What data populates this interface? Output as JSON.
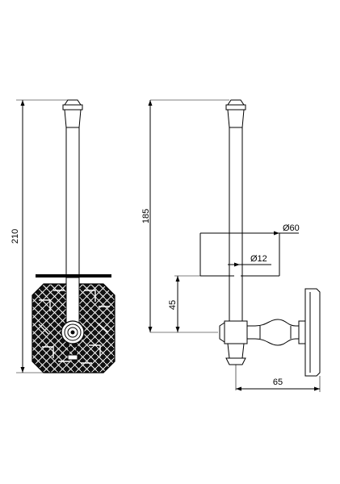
{
  "drawing": {
    "dimensions": {
      "total_height": "210",
      "rod_height": "185",
      "roll_diameter": "Ø60",
      "rod_diameter": "Ø12",
      "mount_height": "45",
      "projection": "65"
    }
  }
}
